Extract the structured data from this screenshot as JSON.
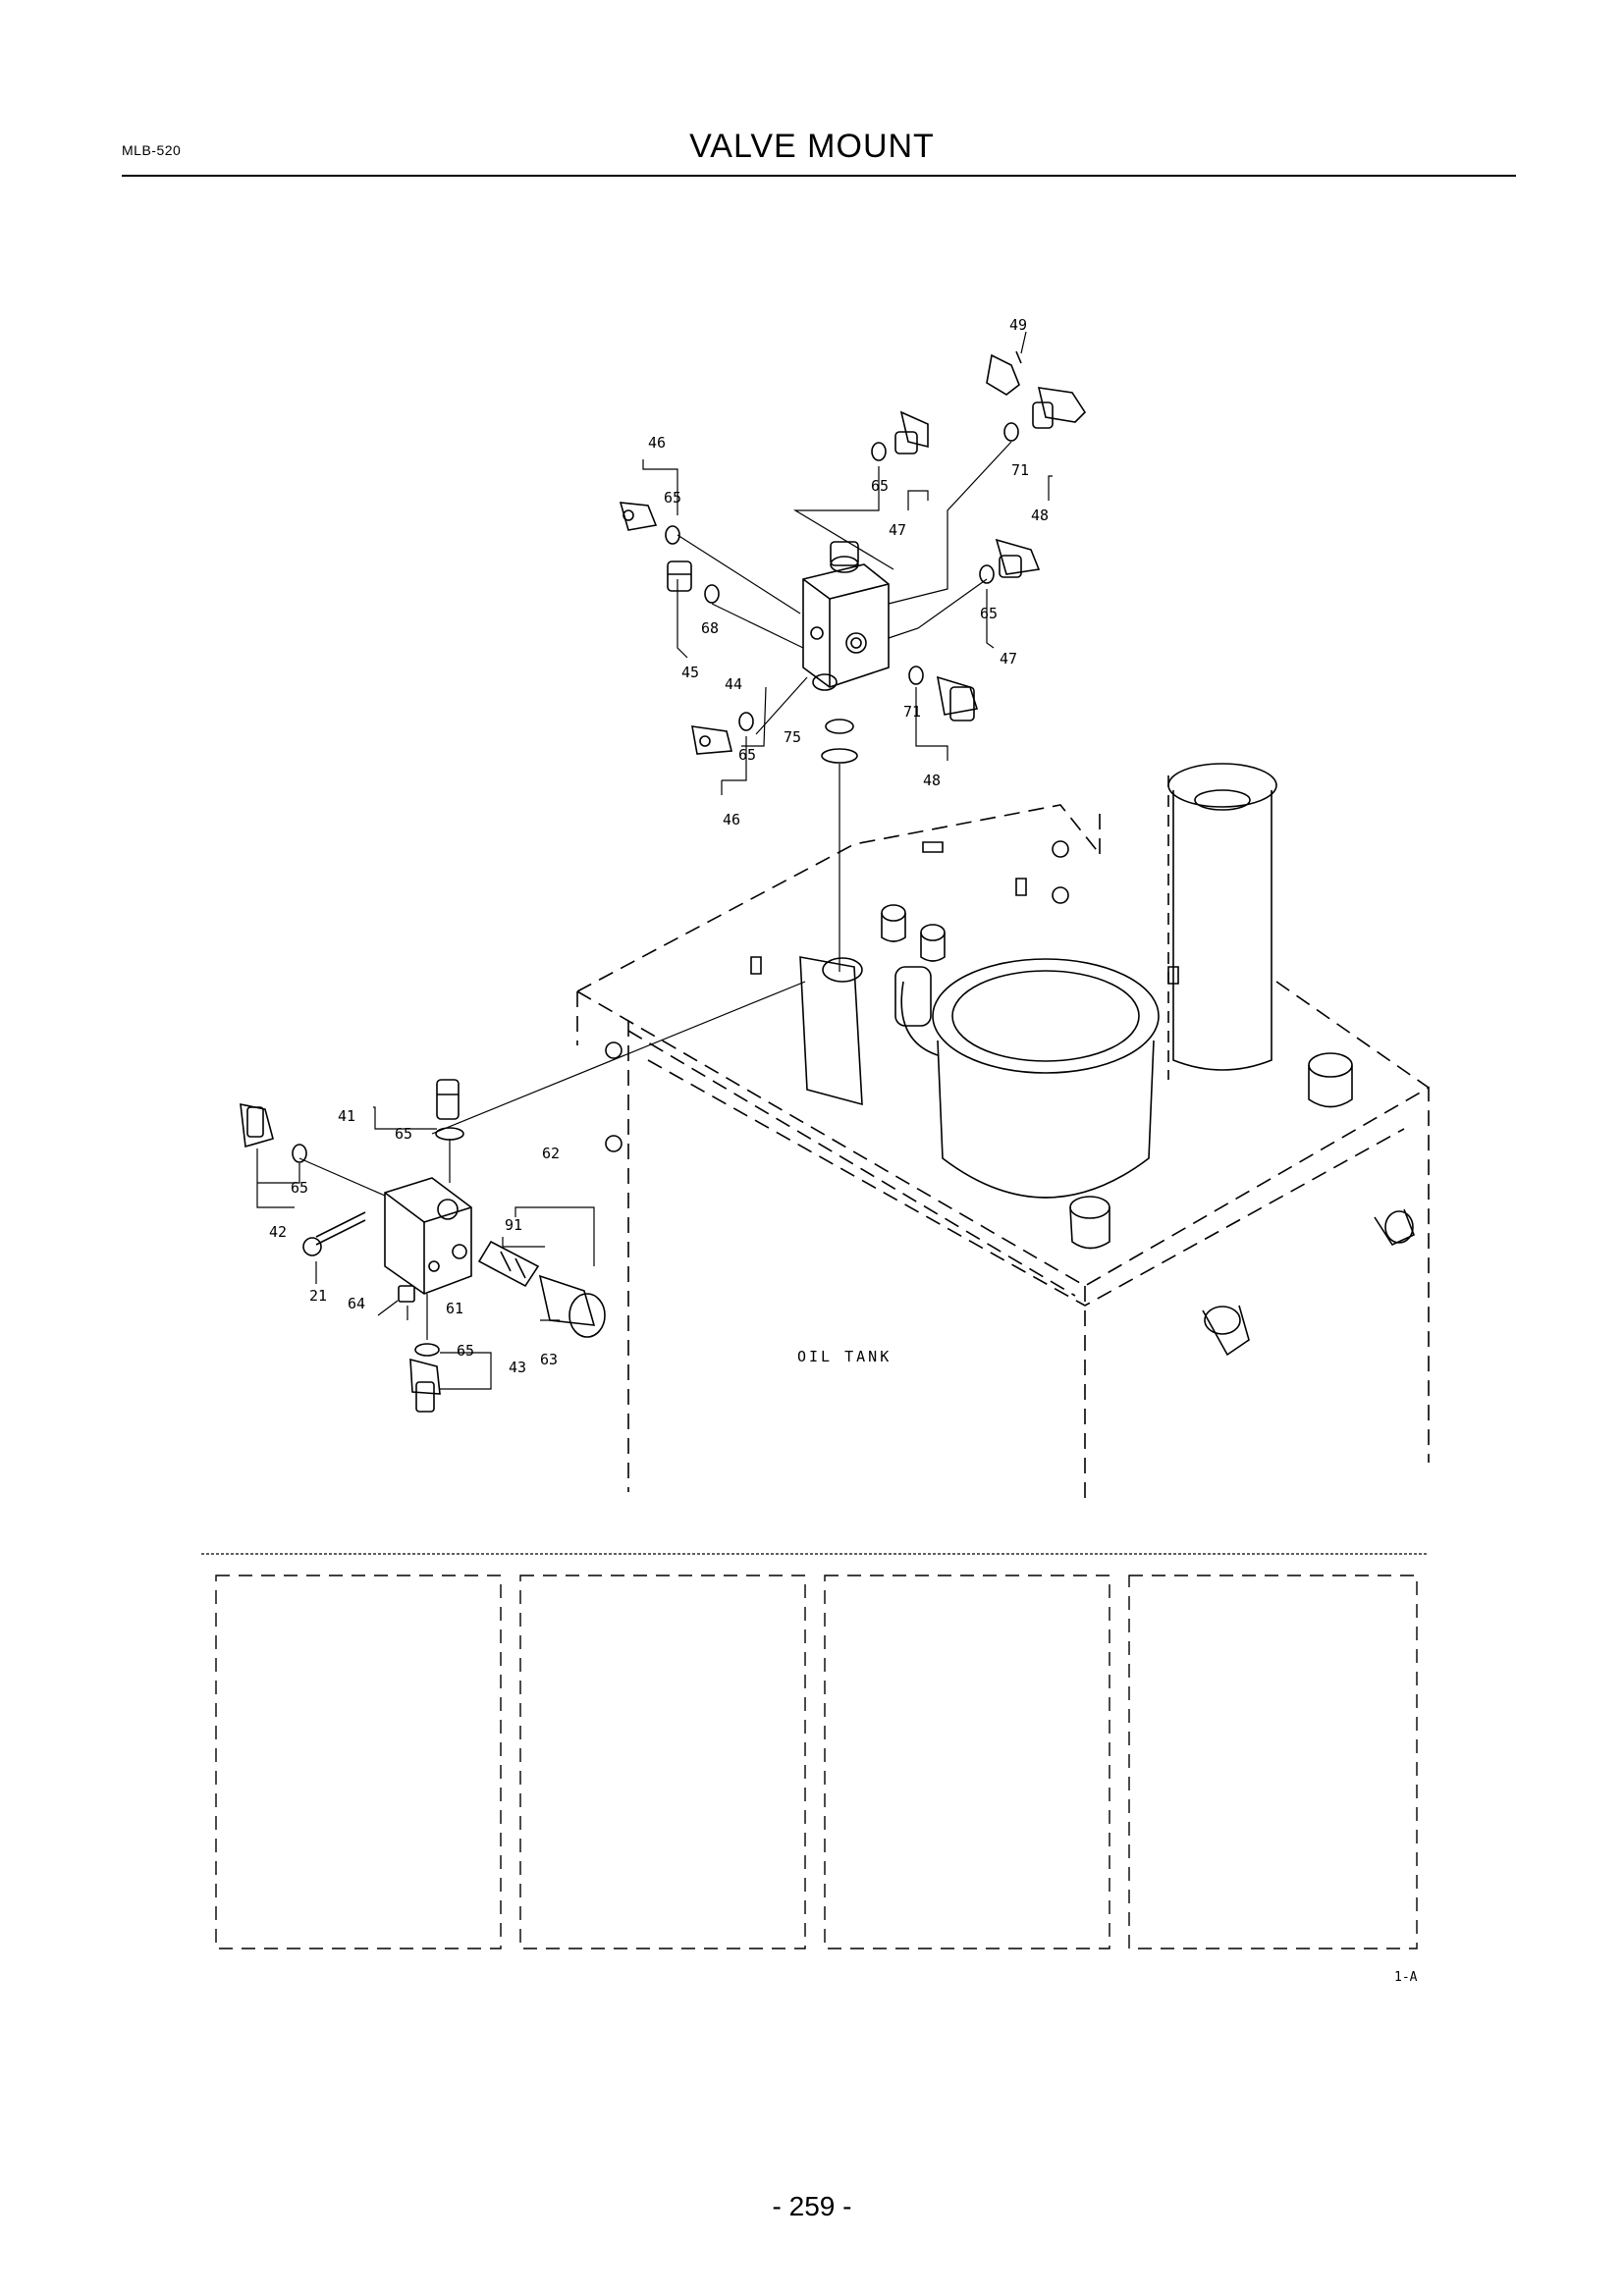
{
  "header": {
    "model": "MLB-520",
    "title": "VALVE MOUNT"
  },
  "diagram": {
    "labels": {
      "l49": "49",
      "l46a": "46",
      "l65a": "65",
      "l65b": "65",
      "l47a": "47",
      "l71a": "71",
      "l48a": "48",
      "l68": "68",
      "l45": "45",
      "l65c": "65",
      "l47b": "47",
      "l44": "44",
      "l71b": "71",
      "l75": "75",
      "l48b": "48",
      "l65d": "65",
      "l46b": "46",
      "l41": "41",
      "l65e": "65",
      "l65f": "65",
      "l42": "42",
      "l62": "62",
      "l91": "91",
      "l21": "21",
      "l64": "64",
      "l61": "61",
      "l63": "63",
      "l65g": "65",
      "l43": "43",
      "oil_tank": "OIL TANK",
      "drawing_ref": "1-A"
    },
    "colors": {
      "line": "#000000",
      "dash": "#222222",
      "background": "#ffffff"
    }
  },
  "footer": {
    "page_number": "- 259 -"
  }
}
